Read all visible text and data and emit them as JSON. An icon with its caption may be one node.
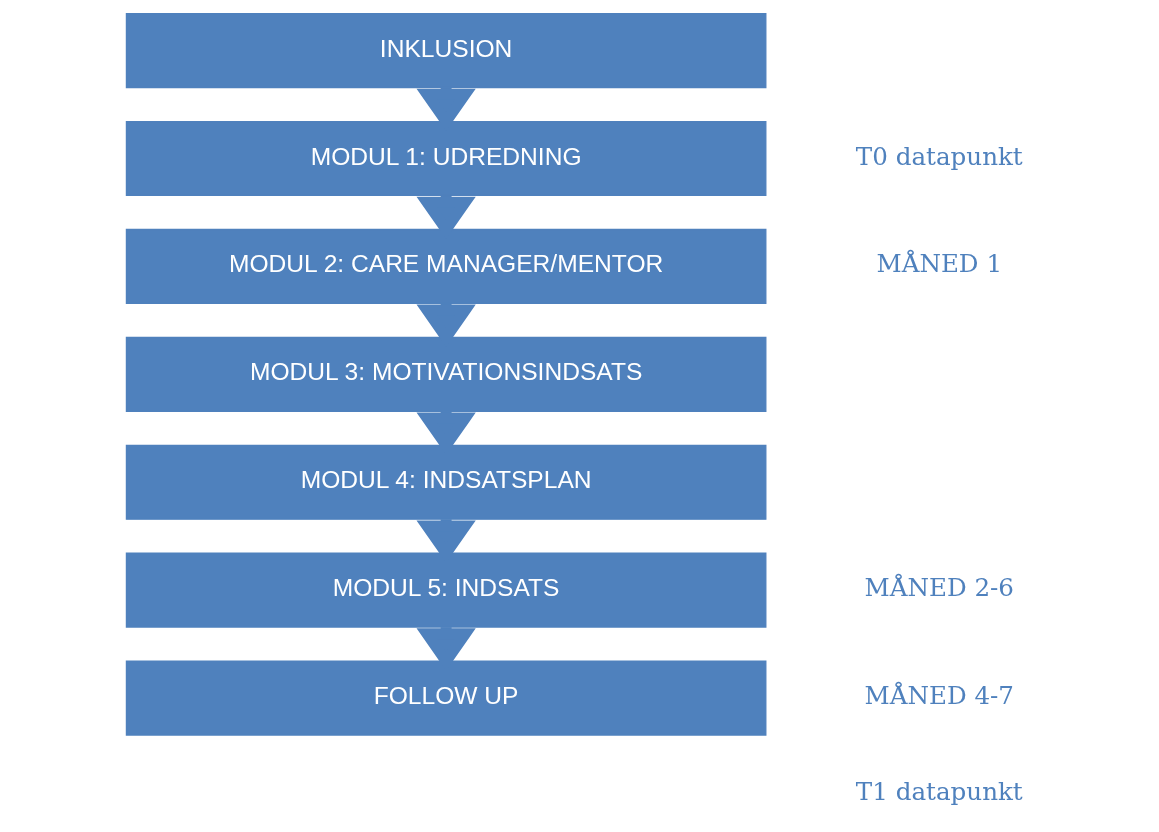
{
  "diagram": {
    "nodes": [
      {
        "text": [
          "INKLUSION"
        ]
      },
      {
        "text": [
          "MODUL 1: UDREDNING"
        ]
      },
      {
        "text": [
          "MODUL 2: CARE MANAGER/MENTOR"
        ]
      },
      {
        "text": [
          "MODUL 3: MOTIVATIONSINDSATS"
        ]
      },
      {
        "text": [
          "MODUL 4: INDSATSPLAN"
        ]
      },
      {
        "text": [
          "MODUL 5: INDSATS"
        ]
      },
      {
        "text": [
          "FOLLOW UP"
        ]
      }
    ],
    "edges": [
      {
        "from": 0,
        "to": 1,
        "arrow": "to",
        "style": "thick"
      },
      {
        "from": 1,
        "to": 2,
        "arrow": "to",
        "style": "thick"
      },
      {
        "from": 2,
        "to": 3,
        "arrow": "to",
        "style": "thick"
      },
      {
        "from": 3,
        "to": 4,
        "arrow": "to",
        "style": "thick"
      },
      {
        "from": 4,
        "to": 5,
        "arrow": "to",
        "style": "thick"
      },
      {
        "from": 5,
        "to": 6,
        "arrow": "to",
        "style": "thick"
      }
    ],
    "labels": [
      "T0 datapunkt",
      "MÅNED 1",
      "MÅNED 2-6",
      "MÅNED 4-7",
      "T1 datapunkt"
    ]
  }
}
